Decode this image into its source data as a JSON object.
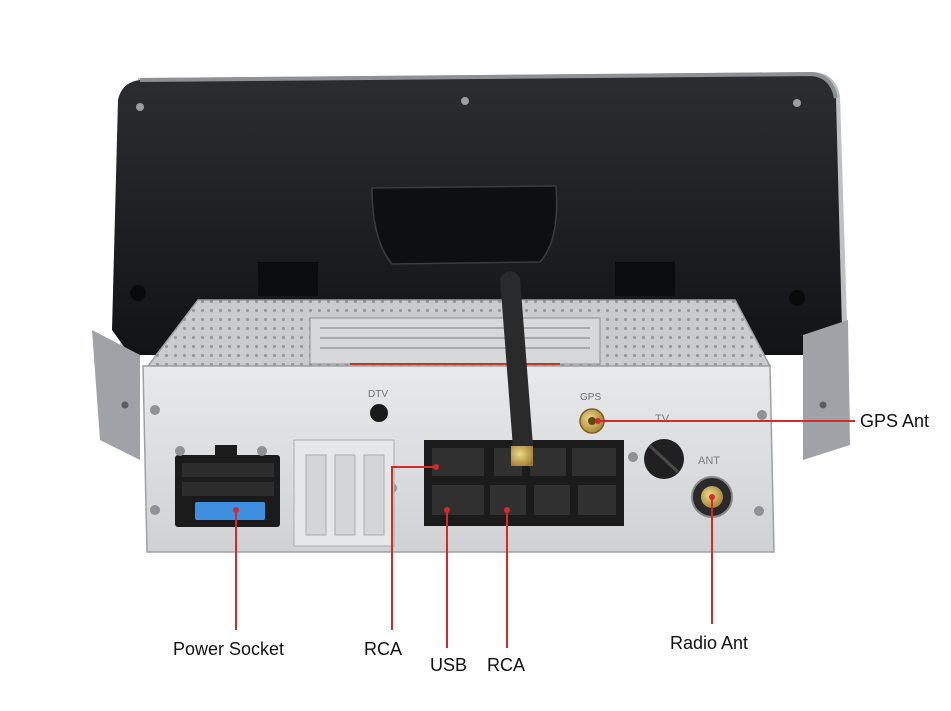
{
  "callouts": {
    "power_socket": "Power Socket",
    "rca_left": "RCA",
    "usb": "USB",
    "rca_right": "RCA",
    "radio_ant": "Radio Ant",
    "gps_ant": "GPS Ant"
  },
  "panel_marks": {
    "dtv": "DTV",
    "gps": "GPS",
    "tv": "TV",
    "ant": "ANT"
  },
  "colors": {
    "leader_line": "#d42a2a",
    "housing": "#1f2124",
    "chassis": "#c4c6c8",
    "plate": "#dfe1e3",
    "connector": "#1b1b1b",
    "antenna": "#2a2a2a",
    "gold": "#c9a24a"
  }
}
